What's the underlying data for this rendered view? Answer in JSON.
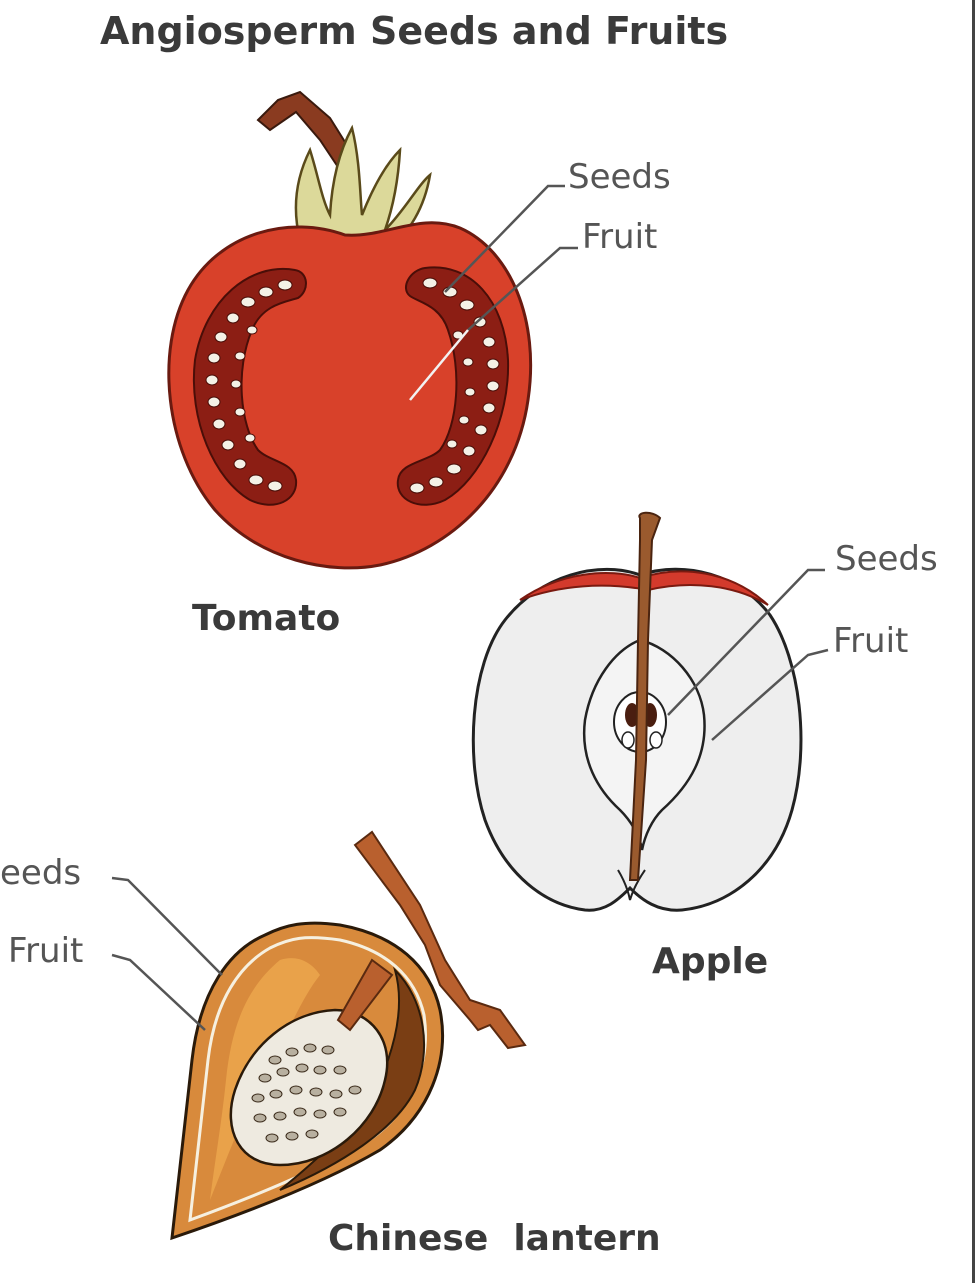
{
  "diagram": {
    "title": "Angiosperm Seeds and Fruits",
    "specimens": [
      {
        "id": "tomato",
        "caption": "Tomato",
        "labels": [
          "Seeds",
          "Fruit"
        ]
      },
      {
        "id": "apple",
        "caption": "Apple",
        "labels": [
          "Seeds",
          "Fruit"
        ]
      },
      {
        "id": "lantern",
        "caption": "Chinese  lantern",
        "labels": [
          "eeds",
          "Fruit"
        ]
      }
    ]
  },
  "colors": {
    "tomato_flesh": "#d8412a",
    "tomato_dark": "#8c1e14",
    "calyx": "#dcd99a",
    "stem": "#8a3b20",
    "apple_skin": "#d33a2c",
    "apple_flesh": "#eeeeee",
    "lantern_husk": "#d88a3c",
    "lantern_dark": "#7a3e14",
    "lantern_berry": "#eeeae0"
  }
}
